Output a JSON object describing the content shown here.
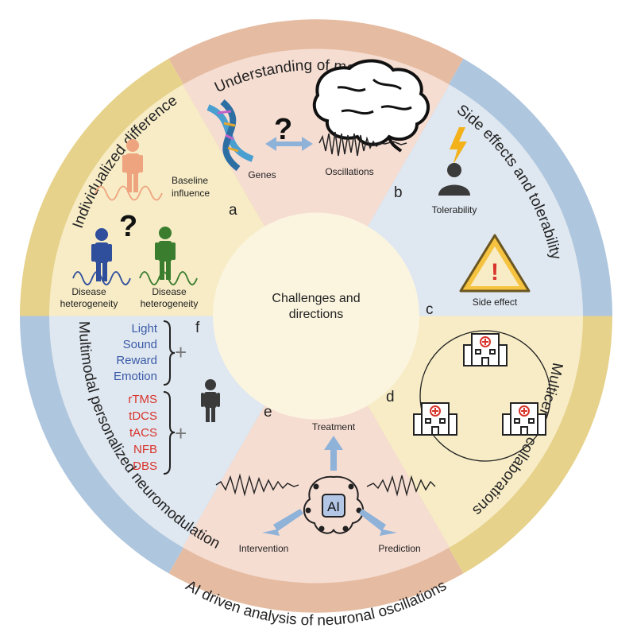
{
  "center": {
    "line1": "Challenges and",
    "line2": "directions"
  },
  "ring": {
    "top": "Understanding of mechanisms",
    "left_upper": "Individualized difference",
    "right_upper": "Side effects and tolerability",
    "right_lower": "Multicenter collaborations",
    "left_lower": "Multimodal personalized neuromodulation",
    "bottom": "AI driven analysis of neuronal oscillations"
  },
  "letters": {
    "a": "a",
    "b": "b",
    "c": "c",
    "d": "d",
    "e": "e",
    "f": "f"
  },
  "sector_a": {
    "baseline": "Baseline",
    "influence": "influence",
    "disease1_l1": "Disease",
    "disease1_l2": "heterogeneity",
    "disease2_l1": "Disease",
    "disease2_l2": "heterogeneity",
    "qmark": "?"
  },
  "sector_b": {
    "genes": "Genes",
    "oscillations": "Oscillations",
    "qmark": "?"
  },
  "sector_c": {
    "tolerability": "Tolerability",
    "side_effect": "Side effect",
    "exclam": "!"
  },
  "sector_e": {
    "treatment": "Treatment",
    "intervention": "Intervention",
    "prediction": "Prediction",
    "ai": "AI"
  },
  "sector_f": {
    "sensory": [
      "Light",
      "Sound",
      "Reward",
      "Emotion"
    ],
    "stimulation": [
      "rTMS",
      "tDCS",
      "tACS",
      "NFB",
      "DBS"
    ],
    "plus": "+"
  },
  "colors": {
    "ring_top": "#e5bba1",
    "ring_blue": "#aec6de",
    "ring_yellow": "#e6d28a",
    "inner_pink": "#f6ddd2",
    "inner_blue": "#dfe7f0",
    "inner_yellow": "#f7ecc6",
    "center": "#fbf5df",
    "text_blue": "#3a5aa8",
    "text_red": "#d8342b"
  }
}
